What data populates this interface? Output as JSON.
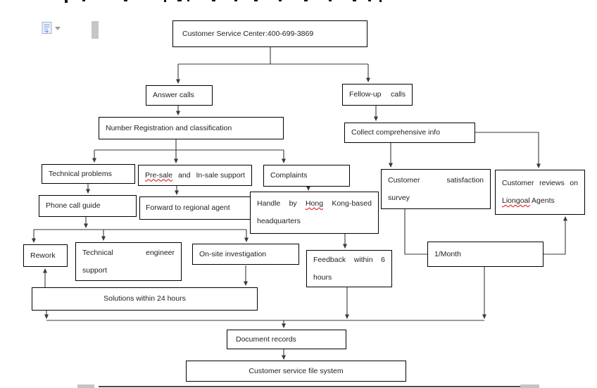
{
  "window": {
    "icons": {
      "paste_options": "paste-options-icon",
      "dropdown": "dropdown-caret-icon",
      "placeholder": "gray-placeholder-bar"
    }
  },
  "colors": {
    "box_border": "#000000",
    "connector": "#3a3a3a",
    "spellcheck_underline": "#dd0806",
    "icon_blue": "#9ab0d9",
    "background": "#ffffff"
  },
  "flowchart": {
    "nodes": {
      "csc": [
        {
          "spread": false,
          "w": [
            "Customer Service Center:400-699-3869"
          ]
        }
      ],
      "answer_calls": [
        {
          "spread": false,
          "w": [
            "Answer calls"
          ]
        }
      ],
      "follow_up_calls": [
        {
          "spread": true,
          "w": [
            "Fellow-up",
            "calls"
          ]
        }
      ],
      "number_registration": [
        {
          "spread": false,
          "w": [
            "Number Registration and classification"
          ]
        }
      ],
      "collect_info": [
        {
          "spread": false,
          "w": [
            "Collect comprehensive info"
          ]
        }
      ],
      "technical_problems": [
        {
          "spread": false,
          "w": [
            "Technical problems"
          ]
        }
      ],
      "pre_sale": [
        {
          "spread": true,
          "w": [
            "~Pre-sale",
            "and",
            "In-sale support"
          ]
        }
      ],
      "complaints": [
        {
          "spread": false,
          "w": [
            "Complaints"
          ]
        }
      ],
      "satisfaction_survey": [
        {
          "spread": true,
          "w": [
            "Customer",
            "satisfaction"
          ]
        },
        {
          "spread": false,
          "w": [
            "survey"
          ]
        }
      ],
      "reviews": [
        {
          "spread": true,
          "w": [
            "Customer",
            "reviews",
            "on"
          ]
        },
        {
          "spread": false,
          "w": [
            "~Liongoal",
            " Agents"
          ]
        }
      ],
      "phone_guide": [
        {
          "spread": false,
          "w": [
            "Phone call guide"
          ]
        }
      ],
      "forward_agent": [
        {
          "spread": false,
          "w": [
            "Forward to regional agent"
          ]
        }
      ],
      "handle_hq": [
        {
          "spread": true,
          "w": [
            "Handle",
            "by",
            "~Hong",
            "Kong-based"
          ]
        },
        {
          "spread": false,
          "w": [
            "headquarters"
          ]
        }
      ],
      "rework": [
        {
          "spread": false,
          "w": [
            "Rework"
          ]
        }
      ],
      "engineer_support": [
        {
          "spread": true,
          "w": [
            "Technical",
            "engineer"
          ]
        },
        {
          "spread": false,
          "w": [
            "support"
          ]
        }
      ],
      "onsite": [
        {
          "spread": false,
          "w": [
            "On-site investigation"
          ]
        }
      ],
      "feedback": [
        {
          "spread": true,
          "w": [
            "Feedback",
            "within",
            "6"
          ]
        },
        {
          "spread": false,
          "w": [
            "hours"
          ]
        }
      ],
      "per_month": [
        {
          "spread": false,
          "w": [
            "1/Month"
          ]
        }
      ],
      "solutions": [
        {
          "spread": false,
          "w": [
            "Solutions within 24 hours"
          ]
        }
      ],
      "document_records": [
        {
          "spread": false,
          "w": [
            "Document records"
          ]
        }
      ],
      "file_system": [
        {
          "spread": false,
          "w": [
            "Customer service file system"
          ]
        }
      ]
    }
  }
}
